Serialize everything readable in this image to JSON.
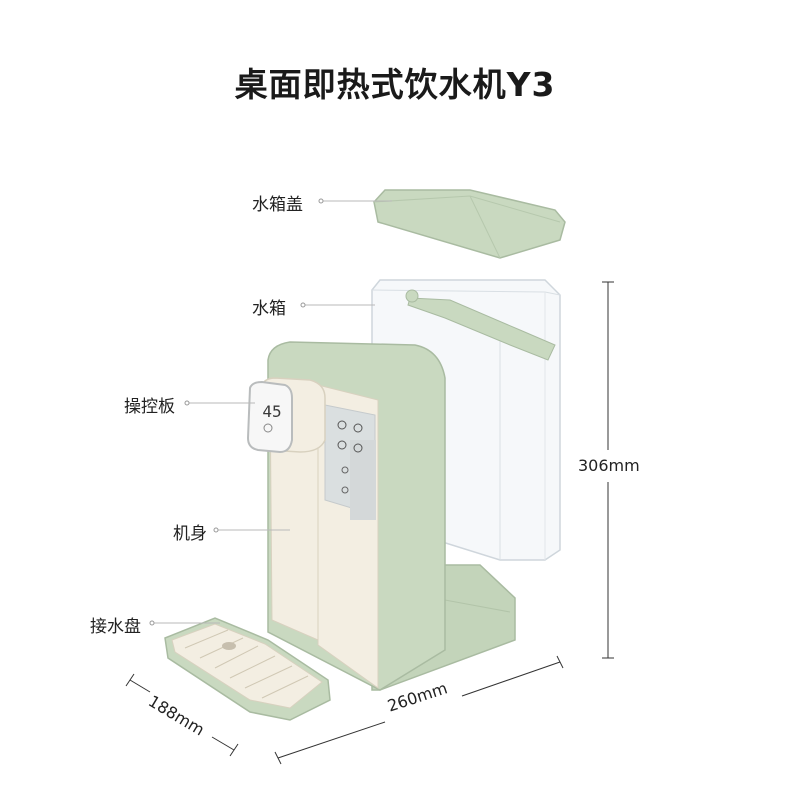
{
  "title": "桌面即热式饮水机Y3",
  "parts": {
    "tank_lid": "水箱盖",
    "tank": "水箱",
    "control_panel": "操控板",
    "body": "机身",
    "drip_tray": "接水盘"
  },
  "dimensions": {
    "height": "306mm",
    "width": "260mm",
    "depth": "188mm"
  },
  "display_digits": "45",
  "colors": {
    "sage_green": "#c9d9c0",
    "cream": "#f3eee2"
  }
}
